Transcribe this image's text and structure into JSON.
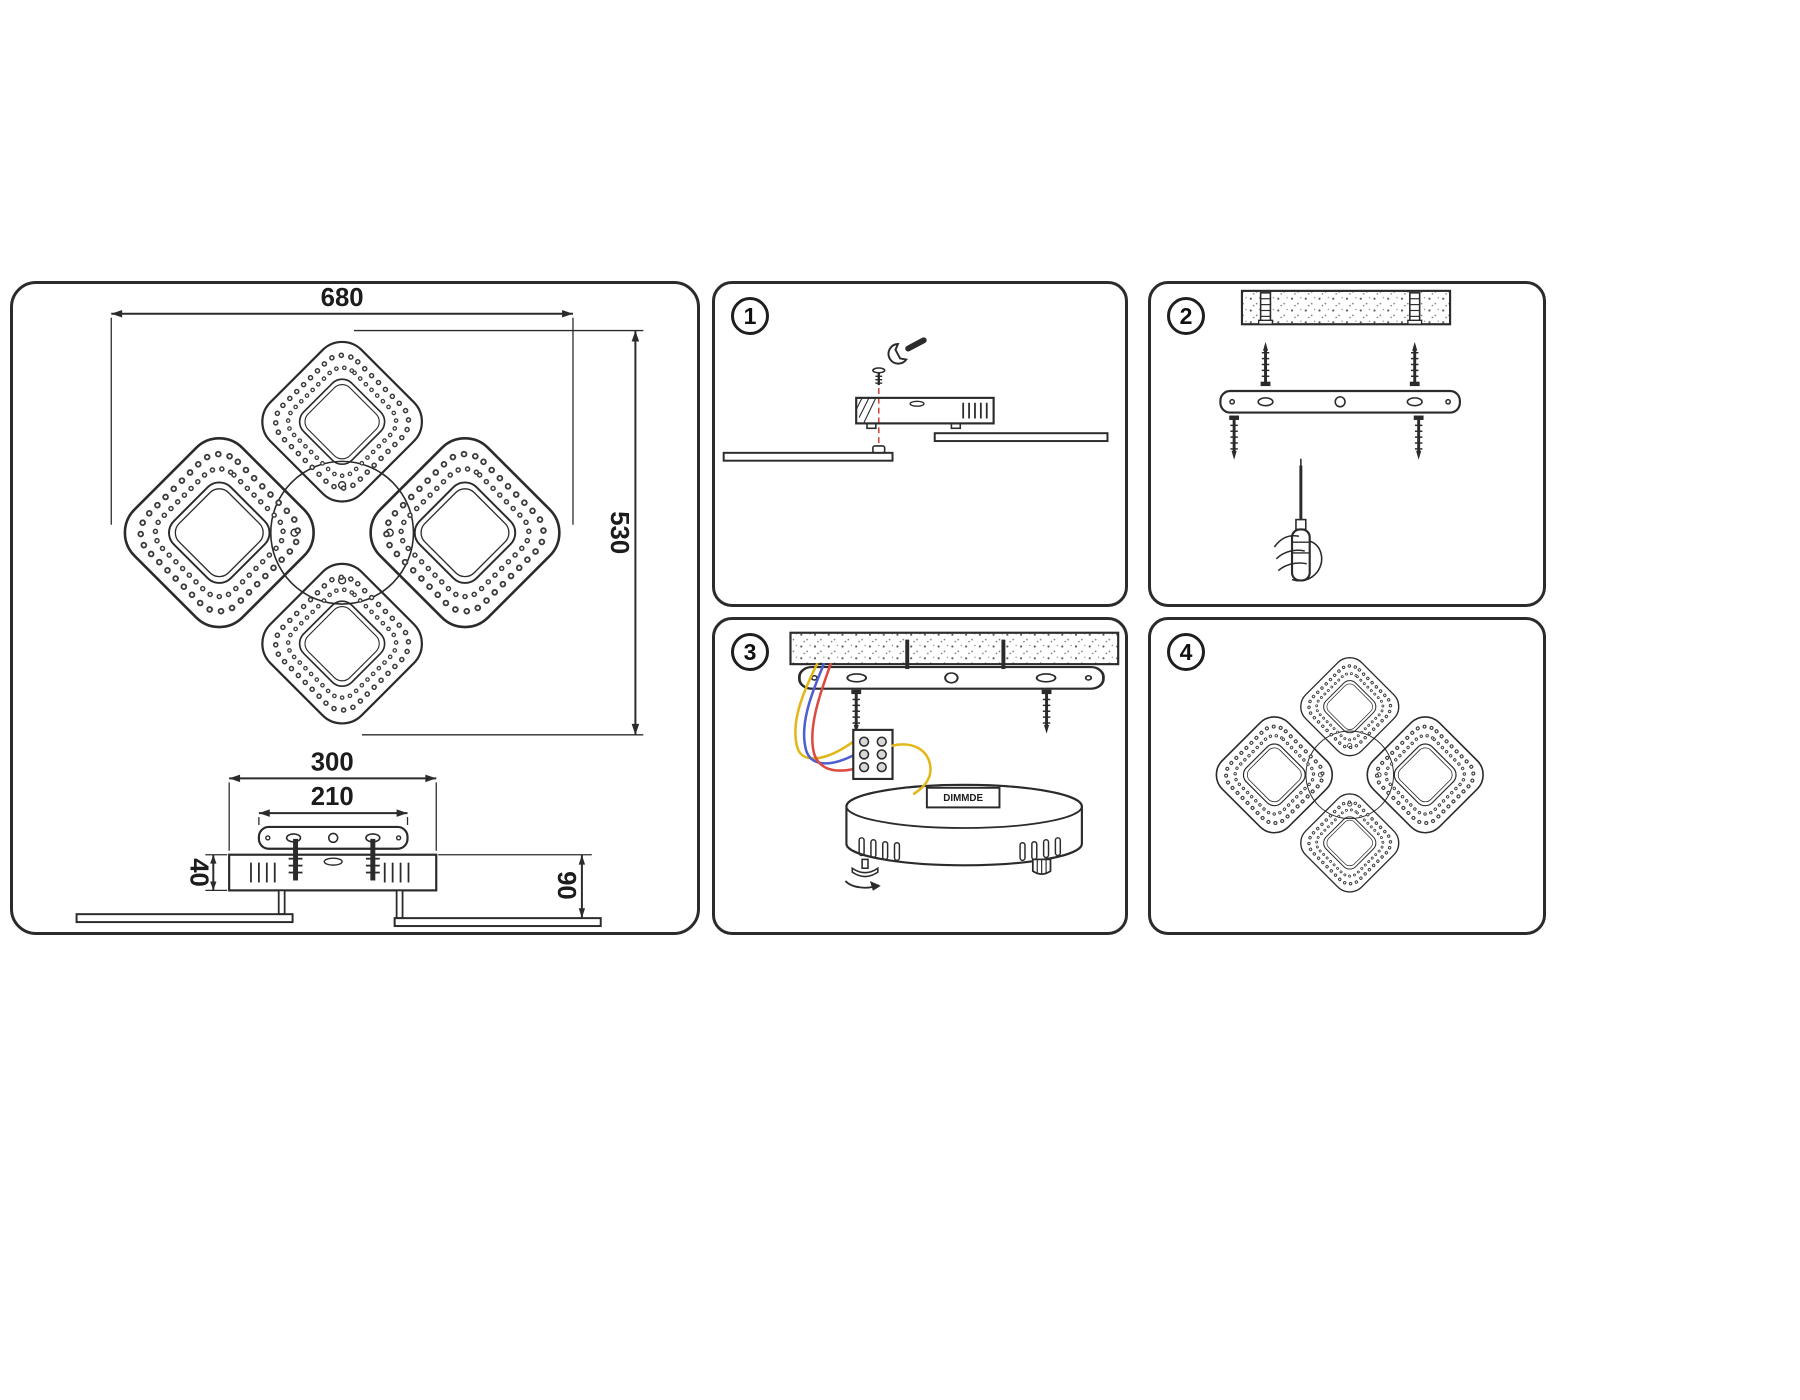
{
  "overview": {
    "width_mm": "680",
    "height_mm": "530",
    "body_width_mm": "300",
    "bracket_width_mm": "210",
    "body_height_mm": "40",
    "total_height_mm": "90"
  },
  "steps": [
    {
      "number": "1"
    },
    {
      "number": "2"
    },
    {
      "number": "3"
    },
    {
      "number": "4"
    }
  ],
  "labels": {
    "dimmer_box": "DIMMDE"
  },
  "colors": {
    "line": "#2b2b2b",
    "panel_border": "#2b2b2b",
    "wire_yellow": "#e2b718",
    "wire_blue": "#4f5fd0",
    "wire_red": "#dd4a3f",
    "guide_dash_red": "#d24a43"
  }
}
